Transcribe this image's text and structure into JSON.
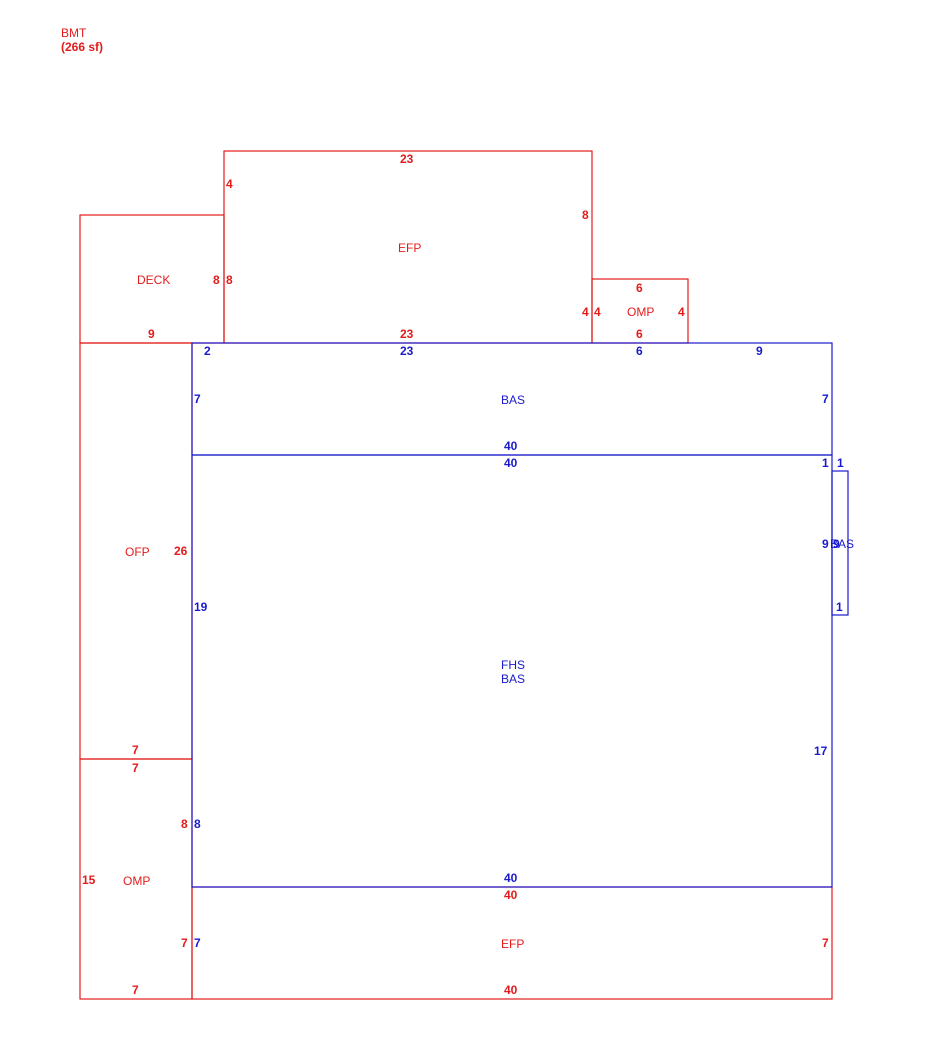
{
  "header": {
    "area_label": "BMT",
    "area_value": "(266 sf)"
  },
  "colors": {
    "red": "#e31b1b",
    "blue": "#1a1acc"
  },
  "areas": {
    "deck": "DECK",
    "efp_top": "EFP",
    "omp_top": "OMP",
    "bas_top": "BAS",
    "ofp": "OFP",
    "bas_side": "BAS",
    "fhs": "FHS",
    "bas_main": "BAS",
    "omp_bottom": "OMP",
    "efp_bottom": "EFP"
  },
  "dims": {
    "efp_top_width": "23",
    "efp_left_top": "4",
    "efp_right": "8",
    "deck_right": "8",
    "efp_left": "8",
    "deck_bottom": "9",
    "efp_bottom": "23",
    "omp_top": "6",
    "omp_left_a": "4",
    "omp_left_b": "4",
    "omp_right": "4",
    "omp_bottom": "6",
    "bas_top_2": "2",
    "bas_top_23": "23",
    "bas_top_6": "6",
    "bas_top_9": "9",
    "bas_left_7": "7",
    "bas_right_7": "7",
    "bas_mid_40_a": "40",
    "bas_mid_40_b": "40",
    "right_1_a": "1",
    "right_1_b": "1",
    "side_9a": "9",
    "side_9b": "9",
    "side_1_bottom": "1",
    "ofp_26": "26",
    "main_19": "19",
    "main_17": "17",
    "ofp_bottom_7": "7",
    "omp_top_7": "7",
    "omp_8": "8",
    "main_8": "8",
    "omp_15": "15",
    "main_bottom_40": "40",
    "efp_top_40": "40",
    "efp_left_7a": "7",
    "efp_left_7b": "7",
    "efp_right_7": "7",
    "omp_bottom_7": "7",
    "efp_bottom_40": "40"
  }
}
